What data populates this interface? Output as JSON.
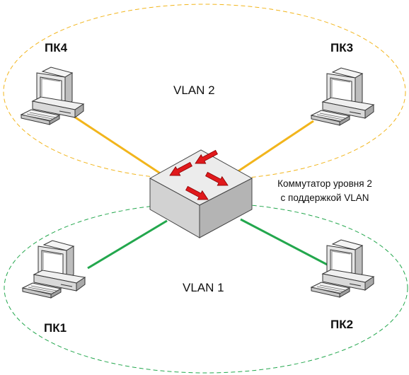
{
  "nodes": {
    "pc1": {
      "label": "ПК1"
    },
    "pc2": {
      "label": "ПК2"
    },
    "pc3": {
      "label": "ПК3"
    },
    "pc4": {
      "label": "ПК4"
    }
  },
  "vlans": {
    "vlan1": {
      "label": "VLAN 1",
      "color": "#23a74d"
    },
    "vlan2": {
      "label": "VLAN 2",
      "color": "#f2b51c"
    }
  },
  "switch": {
    "label_line1": "Коммутатор уровня 2",
    "label_line2": "с поддержкой VLAN",
    "arrow_color": "#e0191c"
  },
  "connections": [
    {
      "from": "pc4",
      "to": "switch",
      "vlan": "vlan2"
    },
    {
      "from": "pc3",
      "to": "switch",
      "vlan": "vlan2"
    },
    {
      "from": "pc1",
      "to": "switch",
      "vlan": "vlan1"
    },
    {
      "from": "pc2",
      "to": "switch",
      "vlan": "vlan1"
    }
  ],
  "icons": {
    "pc": "desktop-computer-icon",
    "switch": "network-switch-icon"
  }
}
